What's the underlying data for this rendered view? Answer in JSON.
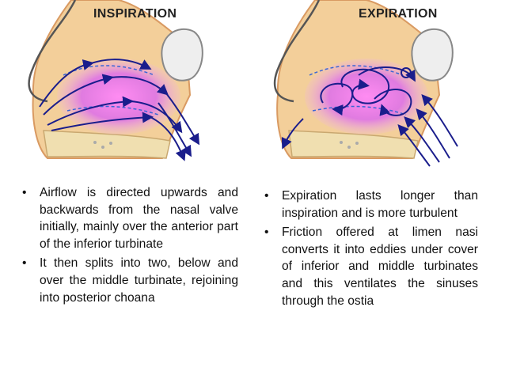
{
  "panels": [
    {
      "title": "INSPIRATION"
    },
    {
      "title": "EXPIRATION"
    }
  ],
  "bullets_left": [
    "Airflow is directed upwards and backwards from the nasal valve initially, mainly over the anterior part of the inferior turbinate",
    "It then splits into two, below and over the middle turbinate, rejoining into posterior choana"
  ],
  "bullets_right": [
    "Expiration lasts longer than inspiration and is more turbulent",
    "Friction offered at limen nasi converts it into eddies under cover of inferior and middle turbinates and this ventilates the sinuses through the ostia"
  ],
  "bullet_char": "•",
  "colors": {
    "tissue": "#f3cf9a",
    "tissue_edge": "#d99a62",
    "airway_glow": "#e87be4",
    "arrow": "#1a1d8c",
    "dashed_line": "#3a66d6",
    "sinus": "#e9e9e9"
  }
}
